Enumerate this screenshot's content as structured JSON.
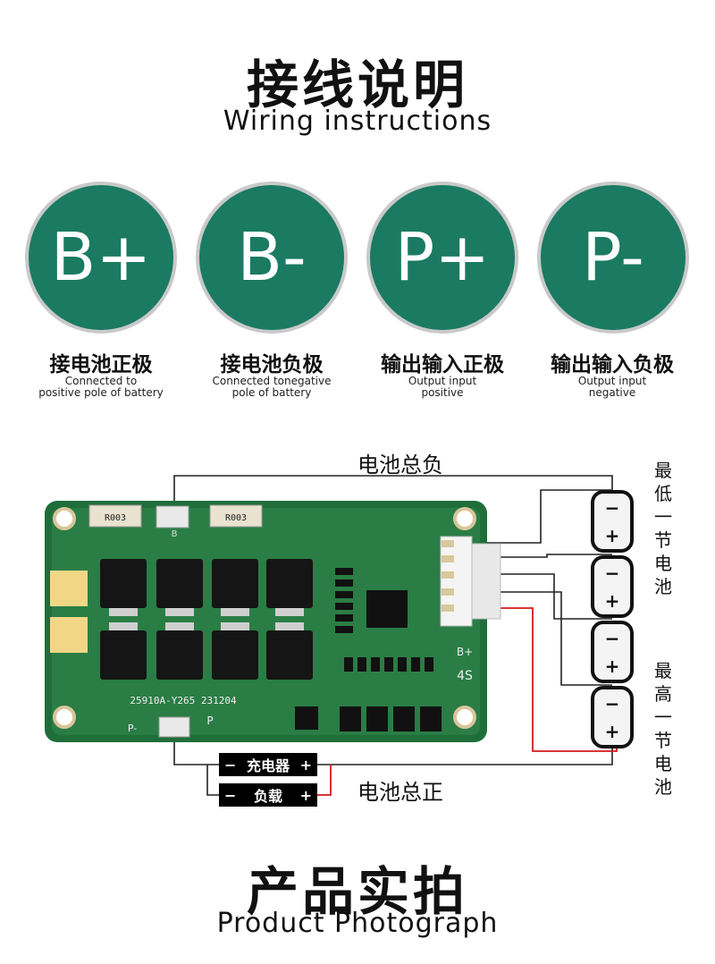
{
  "header": {
    "title_cn": "接线说明",
    "title_en": "Wiring instructions"
  },
  "terminals": [
    {
      "symbol": "B+",
      "cn": "接电池正极",
      "en1": "Connected to",
      "en2": "positive pole of battery"
    },
    {
      "symbol": "B-",
      "cn": "接电池负极",
      "en1": "Connected tonegative",
      "en2": "pole of battery"
    },
    {
      "symbol": "P+",
      "cn": "输出输入正极",
      "en1": "Output input",
      "en2": "positive"
    },
    {
      "symbol": "P-",
      "cn": "输出输入负极",
      "en1": "Output input",
      "en2": "negative"
    }
  ],
  "diagram": {
    "total_negative": "电池总负",
    "total_positive": "电池总正",
    "lowest_cell": [
      "最",
      "低",
      "一",
      "节",
      "电",
      "池"
    ],
    "highest_cell": [
      "最",
      "高",
      "一",
      "节",
      "电",
      "池"
    ],
    "charger_label": "充电器",
    "load_label": "负载",
    "minus": "−",
    "plus": "+",
    "cell_minus": "−",
    "cell_plus": "+",
    "pcb": {
      "resistor_label": "R003",
      "b_label": "B",
      "bplus_label": "B+",
      "p_label": "P-",
      "p2_label": "P",
      "series_label": "4S",
      "model_label": "25910A-Y265 231204"
    }
  },
  "footer": {
    "title_cn": "产品实拍",
    "title_en": "Product Photograph"
  },
  "colors": {
    "circle": "#1a7a62",
    "pcb": "#1f6e3a",
    "wire_red": "#d41a1a"
  }
}
